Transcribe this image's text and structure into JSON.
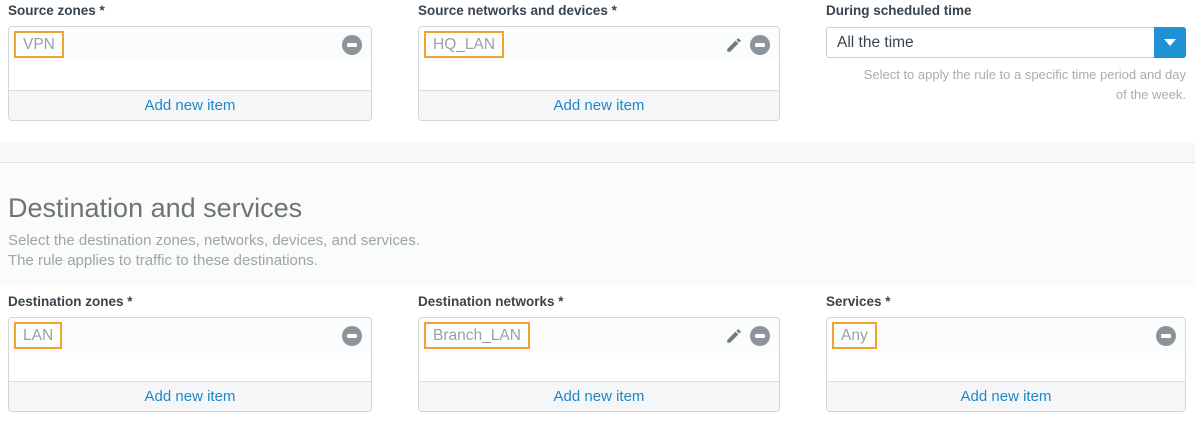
{
  "colors": {
    "accent_blue": "#2191d6",
    "link_blue": "#1f87c9",
    "tag_border_orange": "#f0a330",
    "label_dark": "#39444d",
    "tag_text_gray": "#98a0a7",
    "muted_text_gray": "#a8adb1",
    "heading_gray": "#6f7376",
    "icon_gray": "#8b939b"
  },
  "icons": {
    "remove": "minus-circle",
    "edit": "pencil",
    "dropdown": "chevron-down"
  },
  "source_section": {
    "fields": [
      {
        "label": "Source zones *",
        "items": [
          {
            "text": "VPN",
            "editable": false
          }
        ],
        "add_label": "Add new item"
      },
      {
        "label": "Source networks and devices *",
        "items": [
          {
            "text": "HQ_LAN",
            "editable": true
          }
        ],
        "add_label": "Add new item"
      }
    ],
    "schedule": {
      "label": "During scheduled time",
      "value": "All the time",
      "helper": "Select to apply the rule to a specific time period and day of the week."
    }
  },
  "destination_section": {
    "title": "Destination and services",
    "subtitle_line1": "Select the destination zones, networks, devices, and services.",
    "subtitle_line2": "The rule applies to traffic to these destinations.",
    "fields": [
      {
        "label": "Destination zones *",
        "items": [
          {
            "text": "LAN",
            "editable": false
          }
        ],
        "add_label": "Add new item"
      },
      {
        "label": "Destination networks *",
        "items": [
          {
            "text": "Branch_LAN",
            "editable": true
          }
        ],
        "add_label": "Add new item"
      },
      {
        "label": "Services *",
        "items": [
          {
            "text": "Any",
            "editable": false
          }
        ],
        "add_label": "Add new item"
      }
    ]
  }
}
